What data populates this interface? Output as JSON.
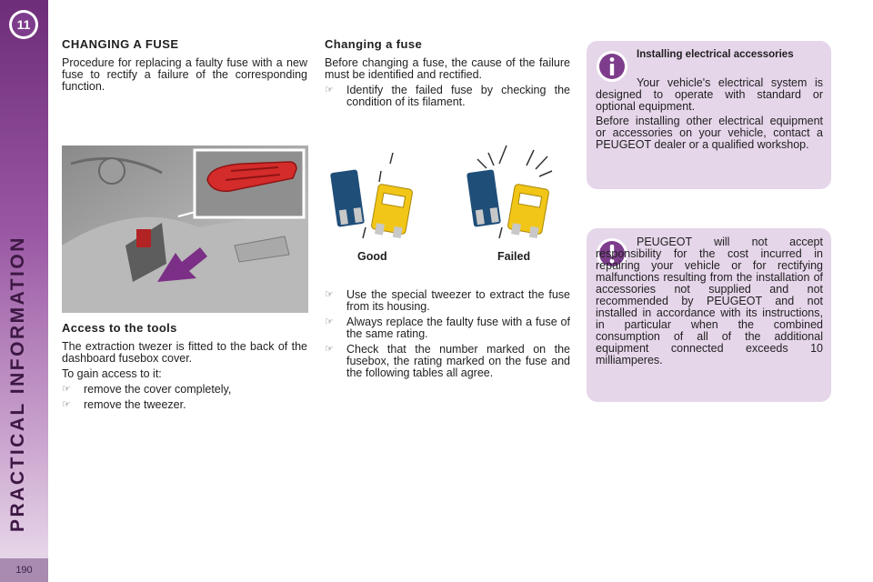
{
  "sidebar": {
    "chapter_number": "11",
    "section_title": "PRACTICAL INFORMATION",
    "page_number": "190"
  },
  "col1": {
    "title": "CHANGING A FUSE",
    "intro": "Procedure for replacing a faulty fuse with a new fuse to rectify a failure of the corresponding function.",
    "access_title": "Access to the tools",
    "access_text": "The extraction twezer is fitted to the back of the dashboard fusebox cover.",
    "access_lead": "To gain access to it:",
    "access_steps": [
      "remove the cover completely,",
      "remove the tweezer."
    ]
  },
  "col2": {
    "title": "Changing a fuse",
    "intro": "Before changing a fuse, the cause of the failure must be identified and rectified.",
    "step1": "Identify the failed fuse by checking the condition of its filament.",
    "label_good": "Good",
    "label_failed": "Failed",
    "steps": [
      "Use the special tweezer to extract the fuse from its housing.",
      "Always replace the faulty fuse with a fuse of the same rating.",
      "Check that the number marked on the fusebox, the rating marked on the fuse and the following tables all agree."
    ]
  },
  "box_info": {
    "title": "Installing electrical accessories",
    "para1": "Your vehicle's electrical system is designed to operate with standard or optional equipment.",
    "para2": "Before installing other electrical equipment or accessories on your vehicle, contact a PEUGEOT dealer or a qualified workshop."
  },
  "box_warning": {
    "text": "PEUGEOT will not accept responsibility for the cost incurred in repairing your vehicle or for rectifying malfunctions resulting from the installation of accessories not supplied and not recommended by PEUGEOT and not installed in accordance with its instructions, in particular when the combined consumption of all of the additional equipment connected exceeds 10 milliamperes."
  },
  "icons": {
    "bullet": "pointing-finger-icon",
    "info": "info-icon",
    "warning": "exclamation-icon"
  },
  "colors": {
    "accent": "#7d3d8c",
    "box_background": "#e6d6ea"
  }
}
